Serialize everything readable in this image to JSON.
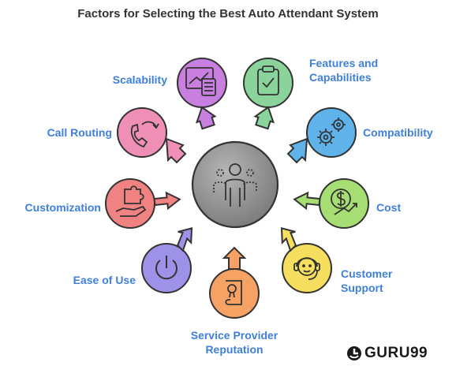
{
  "title": "Factors for Selecting the Best Auto Attendant System",
  "factors": {
    "scalability": "Scalability",
    "features_line1": "Features and",
    "features_line2": "Capabilities",
    "call_routing": "Call Routing",
    "compatibility": "Compatibility",
    "customization": "Customization",
    "cost": "Cost",
    "ease_of_use": "Ease of Use",
    "customer_support_line1": "Customer",
    "customer_support_line2": "Support",
    "reputation_line1": "Service Provider",
    "reputation_line2": "Reputation"
  },
  "brand": "GURU99",
  "colors": {
    "label": "#3f7fd9",
    "scalability": "#c97fe0",
    "features": "#8ad39a",
    "call_routing": "#f08fb5",
    "compatibility": "#5fb2ea",
    "customization": "#f08282",
    "cost": "#a6de73",
    "ease_of_use": "#9e92e8",
    "customer_support": "#f6de5f",
    "reputation": "#f6a264",
    "center": "#8c8c8c"
  }
}
